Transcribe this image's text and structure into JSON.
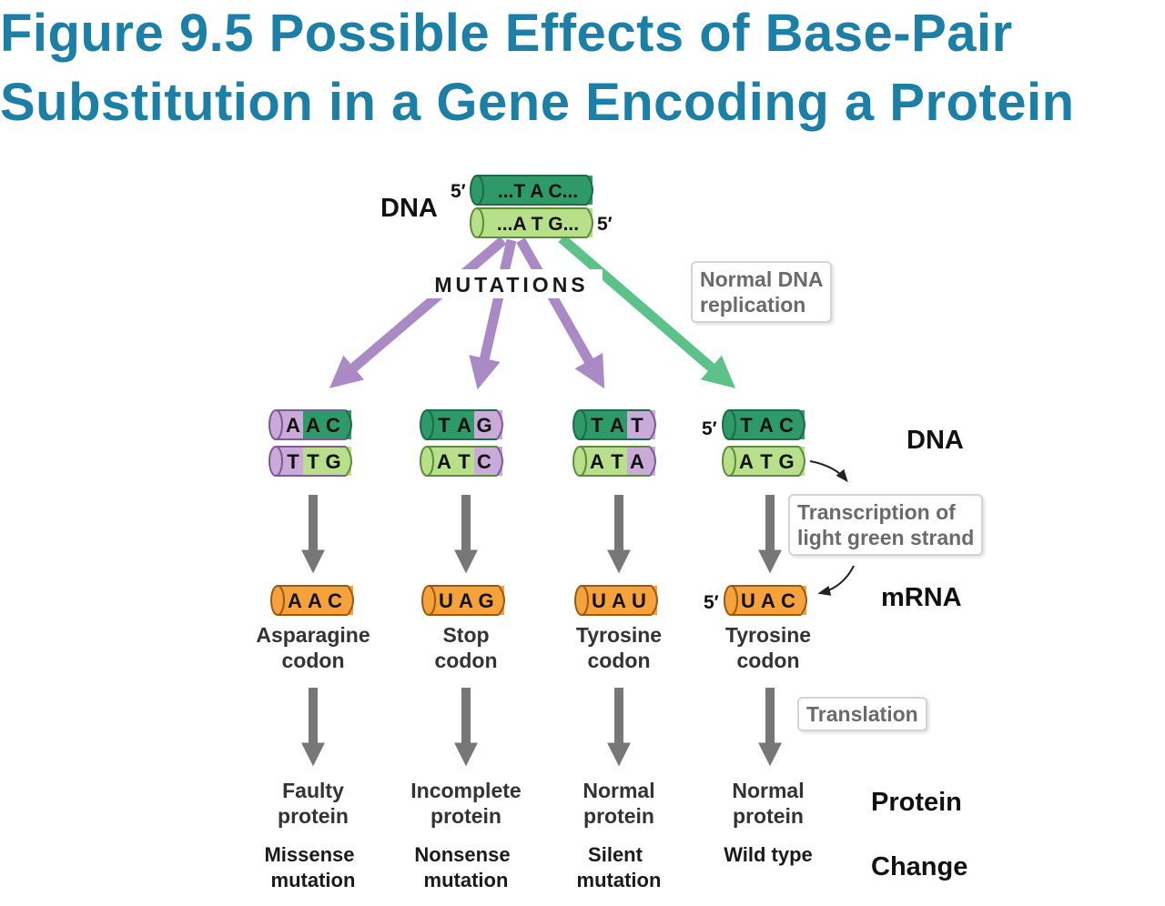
{
  "title": {
    "line1": "Figure 9.5 Possible Effects of Base-Pair",
    "line2": "Substitution in a Gene Encoding a Protein"
  },
  "colors": {
    "title": "#1b7fa6",
    "dark_green": "#2e9a6a",
    "light_green": "#b8df8a",
    "purple": "#c9aad8",
    "orange": "#f5a23c",
    "mutation_arrow": "#a98ac4",
    "replication_arrow": "#5cc28a",
    "flow_arrow": "#777777"
  },
  "top_dna": {
    "label": "DNA",
    "top_strand": "...T A C...",
    "bottom_strand": "...A T G...",
    "five_prime_top": "5′",
    "five_prime_bottom": "5′"
  },
  "mutations_label": "MUTATIONS",
  "note_replication": {
    "line1": "Normal DNA",
    "line2": "replication"
  },
  "note_transcription": {
    "line1": "Transcription of",
    "line2": "light green strand"
  },
  "note_translation": "Translation",
  "row_labels": {
    "dna": "DNA",
    "mrna": "mRNA",
    "protein": "Protein",
    "change": "Change"
  },
  "five_prime_dna": "5′",
  "five_prime_mrna": "5′",
  "columns": [
    {
      "dna_top": [
        {
          "b": "A",
          "c": "purple"
        },
        {
          "b": "A",
          "c": "dark"
        },
        {
          "b": "C",
          "c": "dark"
        }
      ],
      "dna_bottom": [
        {
          "b": "T",
          "c": "purple"
        },
        {
          "b": "T",
          "c": "light"
        },
        {
          "b": "G",
          "c": "light"
        }
      ],
      "mrna": [
        "A",
        "A",
        "C"
      ],
      "codon": {
        "line1": "Asparagine",
        "line2": "codon"
      },
      "protein": {
        "line1": "Faulty",
        "line2": "protein"
      },
      "change": {
        "line1": "Missense",
        "line2": "mutation"
      }
    },
    {
      "dna_top": [
        {
          "b": "T",
          "c": "dark"
        },
        {
          "b": "A",
          "c": "dark"
        },
        {
          "b": "G",
          "c": "purple"
        }
      ],
      "dna_bottom": [
        {
          "b": "A",
          "c": "light"
        },
        {
          "b": "T",
          "c": "light"
        },
        {
          "b": "C",
          "c": "purple"
        }
      ],
      "mrna": [
        "U",
        "A",
        "G"
      ],
      "codon": {
        "line1": "Stop",
        "line2": "codon"
      },
      "protein": {
        "line1": "Incomplete",
        "line2": "protein"
      },
      "change": {
        "line1": "Nonsense",
        "line2": "mutation"
      }
    },
    {
      "dna_top": [
        {
          "b": "T",
          "c": "dark"
        },
        {
          "b": "A",
          "c": "dark"
        },
        {
          "b": "T",
          "c": "purple"
        }
      ],
      "dna_bottom": [
        {
          "b": "A",
          "c": "light"
        },
        {
          "b": "T",
          "c": "light"
        },
        {
          "b": "A",
          "c": "purple"
        }
      ],
      "mrna": [
        "U",
        "A",
        "U"
      ],
      "codon": {
        "line1": "Tyrosine",
        "line2": "codon"
      },
      "protein": {
        "line1": "Normal",
        "line2": "protein"
      },
      "change": {
        "line1": "Silent",
        "line2": "mutation"
      }
    },
    {
      "dna_top": [
        {
          "b": "T",
          "c": "dark"
        },
        {
          "b": "A",
          "c": "dark"
        },
        {
          "b": "C",
          "c": "dark"
        }
      ],
      "dna_bottom": [
        {
          "b": "A",
          "c": "light"
        },
        {
          "b": "T",
          "c": "light"
        },
        {
          "b": "G",
          "c": "light"
        }
      ],
      "mrna": [
        "U",
        "A",
        "C"
      ],
      "codon": {
        "line1": "Tyrosine",
        "line2": "codon"
      },
      "protein": {
        "line1": "Normal",
        "line2": "protein"
      },
      "change": {
        "line1": "Wild type",
        "line2": ""
      }
    }
  ]
}
